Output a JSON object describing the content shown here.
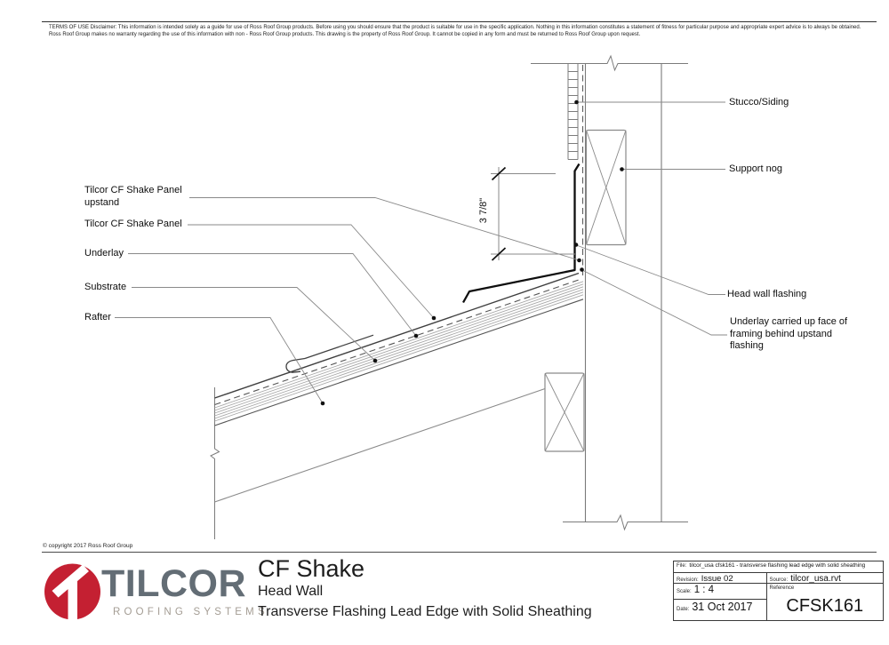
{
  "disclaimer": {
    "line1": "TERMS OF USE Disclaimer: This information is intended solely as a guide for use of Ross Roof Group products. Before using you should ensure that the product is suitable for use in the specific application. Nothing in this information constitutes a statement of fitness for particular purpose and appropriate expert advice is to always be obtained.",
    "line2": "Ross Roof Group makes no warranty regarding the use of this information with non - Ross Roof Group products. This drawing is the property of Ross Roof Group. It cannot be copied in any form and must be returned to Ross Roof Group upon request."
  },
  "drawing": {
    "callouts": {
      "stucco_siding": "Stucco/Siding",
      "support_nog": "Support nog",
      "panel_upstand": "Tilcor CF Shake Panel upstand",
      "panel": "Tilcor CF Shake Panel",
      "underlay": "Underlay",
      "substrate": "Substrate",
      "rafter": "Rafter",
      "head_wall_flashing": "Head wall flashing",
      "underlay_carried_up": "Underlay carried up face of framing behind upstand flashing"
    },
    "dimension": "3 7/8\""
  },
  "footer": {
    "copyright": "© copyright 2017 Ross Roof Group",
    "brand": "TILCOR",
    "brand_tagline": "ROOFING SYSTEMS",
    "product": "CF Shake",
    "detail_title": "Head Wall",
    "detail_subtitle": "Transverse Flashing Lead Edge with Solid Sheathing"
  },
  "titleblock": {
    "file_label": "File:",
    "file_value": "tilcor_usa cfsk161 - transverse flashing lead edge with solid sheathing",
    "revision_label": "Revision:",
    "revision_value": "Issue 02",
    "source_label": "Source:",
    "source_value": "tilcor_usa.rvt",
    "scale_label": "Scale:",
    "scale_value": "1 : 4",
    "reference_label": "Reference",
    "reference_value": "CFSK161",
    "date_label": "Date:",
    "date_value": "31 Oct 2017"
  },
  "colors": {
    "logo_red": "#c42032",
    "brand_gray": "#636d75",
    "tagline_gray": "#a49d94",
    "line_gray": "#7b7b7b"
  }
}
